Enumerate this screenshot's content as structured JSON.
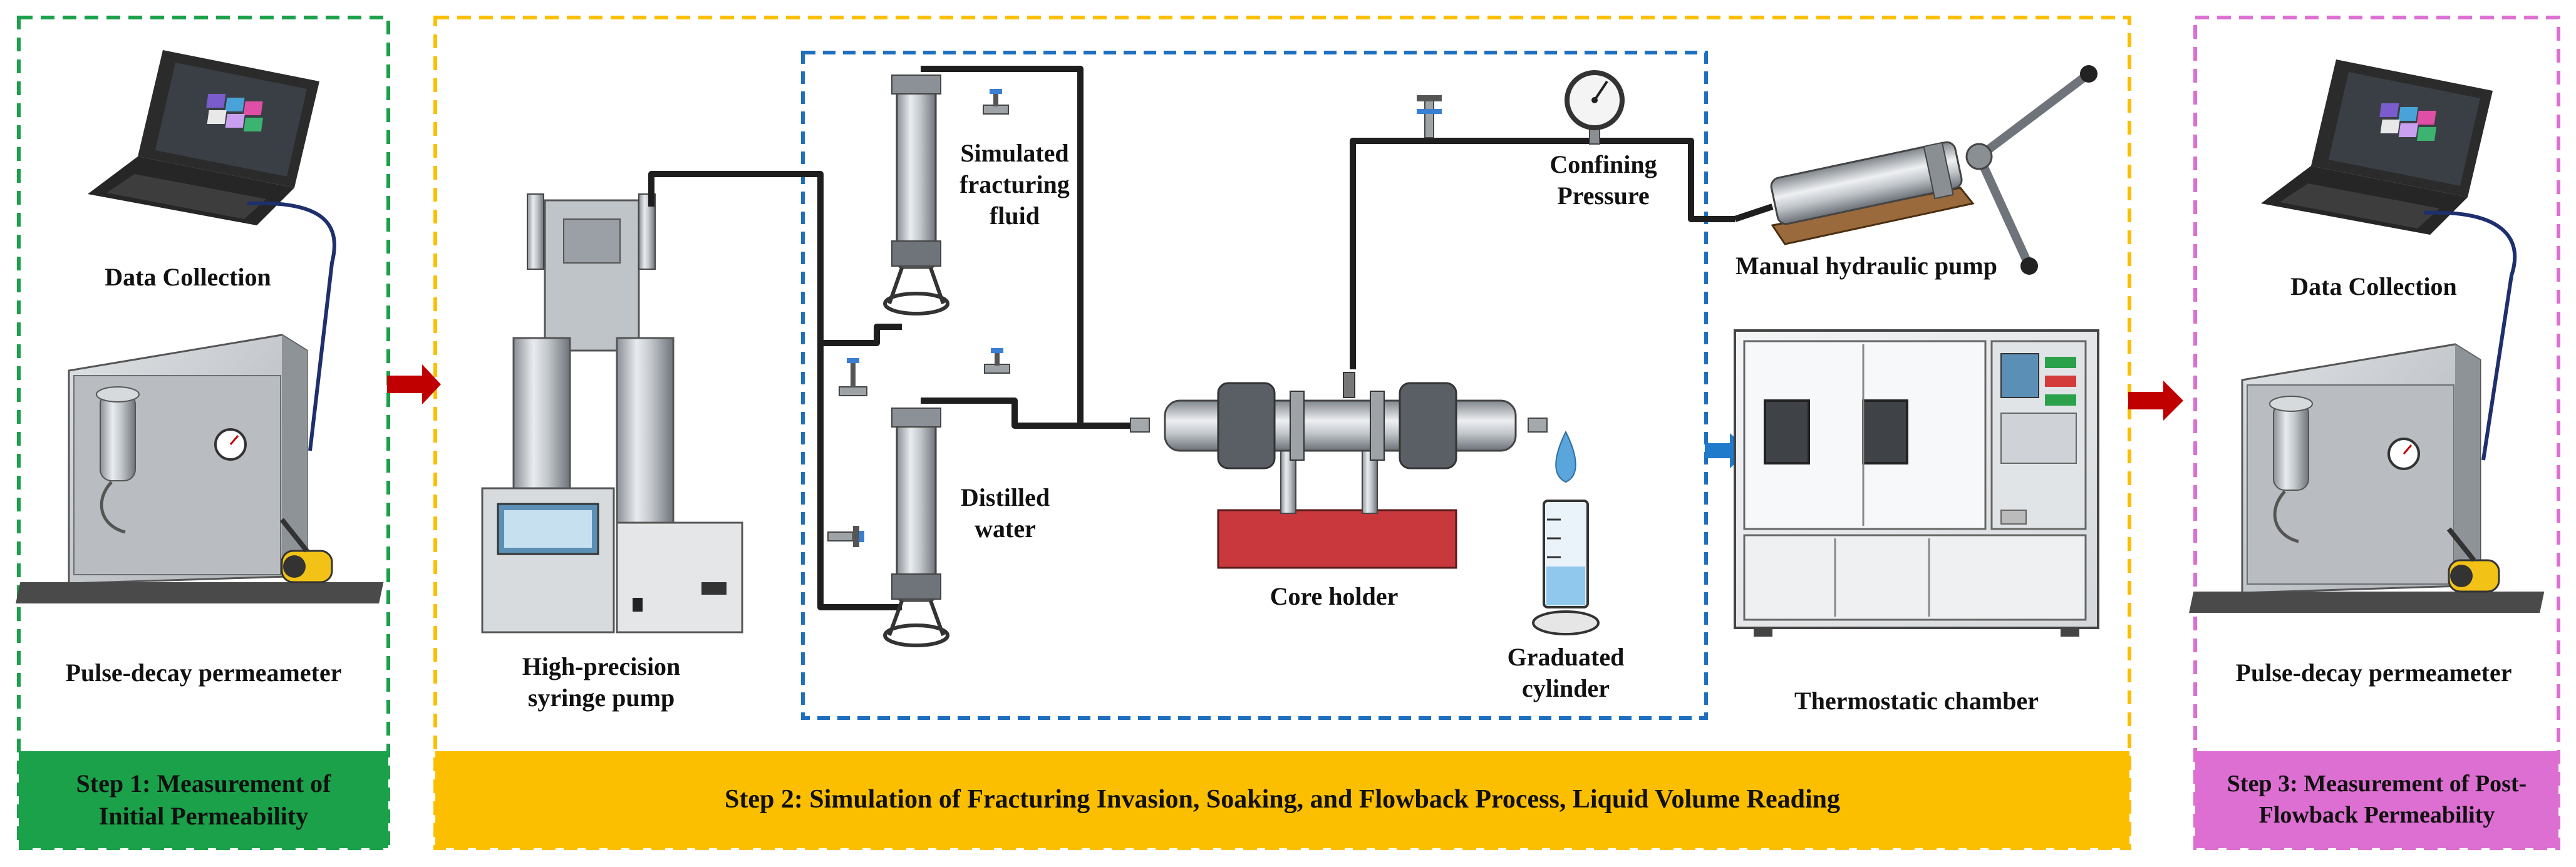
{
  "colors": {
    "step1": "#1aa14a",
    "step2": "#fcbf00",
    "step3": "#dd6fd2",
    "inner_box": "#1f6fbf",
    "arrow_red": "#c00000",
    "arrow_blue": "#1f7acc",
    "line": "#1e1e1e"
  },
  "step1": {
    "banner": "Step 1: Measurement of Initial Permeability",
    "data_collection_label": "Data Collection",
    "device_label": "Pulse-decay permeameter"
  },
  "step2": {
    "banner": "Step 2: Simulation of Fracturing Invasion, Soaking, and Flowback Process, Liquid Volume Reading",
    "pump_label": "High-precision syringe pump",
    "fluid_label": "Simulated fracturing fluid",
    "water_label": "Distilled water",
    "core_label": "Core holder",
    "cylinder_label": "Graduated cylinder",
    "pressure_label": "Confining Pressure",
    "hydraulic_label": "Manual hydraulic pump",
    "chamber_label": "Thermostatic chamber"
  },
  "step3": {
    "banner": "Step 3: Measurement of Post-Flowback Permeability",
    "data_collection_label": "Data Collection",
    "device_label": "Pulse-decay permeameter"
  },
  "icons": [
    "laptop-icon",
    "permeameter-icon",
    "syringe-pump-icon",
    "piston-container-icon",
    "valve-icon",
    "core-holder-icon",
    "pressure-gauge-icon",
    "hydraulic-pump-icon",
    "droplet-icon",
    "graduated-cylinder-icon",
    "thermostatic-chamber-icon"
  ]
}
